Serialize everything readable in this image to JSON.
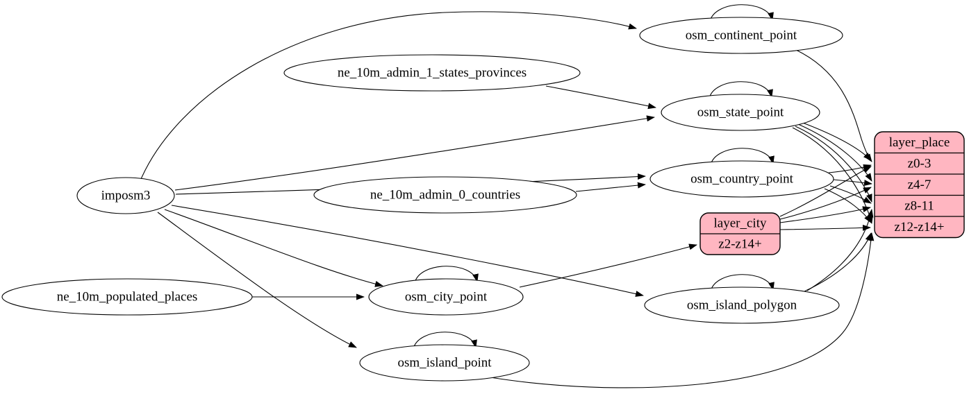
{
  "diagram": {
    "type": "graphviz-etl-flow",
    "colors": {
      "background": "#ffffff",
      "edge_stroke": "#000000",
      "ellipse_fill": "#ffffff",
      "record_fill": "#ffb6c1",
      "text": "#000000"
    },
    "nodes": [
      {
        "id": "imposm3",
        "label": "imposm3",
        "type": "ellipse"
      },
      {
        "id": "ne_10m_admin_1_states_provinces",
        "label": "ne_10m_admin_1_states_provinces",
        "type": "ellipse"
      },
      {
        "id": "ne_10m_admin_0_countries",
        "label": "ne_10m_admin_0_countries",
        "type": "ellipse"
      },
      {
        "id": "ne_10m_populated_places",
        "label": "ne_10m_populated_places",
        "type": "ellipse"
      },
      {
        "id": "osm_continent_point",
        "label": "osm_continent_point",
        "type": "ellipse"
      },
      {
        "id": "osm_state_point",
        "label": "osm_state_point",
        "type": "ellipse"
      },
      {
        "id": "osm_country_point",
        "label": "osm_country_point",
        "type": "ellipse"
      },
      {
        "id": "osm_city_point",
        "label": "osm_city_point",
        "type": "ellipse"
      },
      {
        "id": "osm_island_polygon",
        "label": "osm_island_polygon",
        "type": "ellipse"
      },
      {
        "id": "osm_island_point",
        "label": "osm_island_point",
        "type": "ellipse"
      },
      {
        "id": "layer_place",
        "label": "layer_place",
        "type": "record",
        "rows": [
          "z0-3",
          "z4-7",
          "z8-11",
          "z12-z14+"
        ]
      },
      {
        "id": "layer_city",
        "label": "layer_city",
        "type": "record",
        "rows": [
          "z2-z14+"
        ]
      }
    ],
    "edges": [
      {
        "from": "imposm3",
        "to": "osm_continent_point"
      },
      {
        "from": "imposm3",
        "to": "osm_state_point"
      },
      {
        "from": "imposm3",
        "to": "osm_country_point"
      },
      {
        "from": "imposm3",
        "to": "osm_city_point"
      },
      {
        "from": "imposm3",
        "to": "osm_island_polygon"
      },
      {
        "from": "imposm3",
        "to": "osm_island_point"
      },
      {
        "from": "ne_10m_admin_1_states_provinces",
        "to": "osm_state_point"
      },
      {
        "from": "ne_10m_admin_0_countries",
        "to": "osm_country_point"
      },
      {
        "from": "ne_10m_populated_places",
        "to": "osm_city_point"
      },
      {
        "from": "osm_continent_point",
        "to": "osm_continent_point"
      },
      {
        "from": "osm_state_point",
        "to": "osm_state_point"
      },
      {
        "from": "osm_country_point",
        "to": "osm_country_point"
      },
      {
        "from": "osm_city_point",
        "to": "osm_city_point"
      },
      {
        "from": "osm_island_polygon",
        "to": "osm_island_polygon"
      },
      {
        "from": "osm_island_point",
        "to": "osm_island_point"
      },
      {
        "from": "osm_continent_point",
        "to": "layer_place",
        "port": "z0-3"
      },
      {
        "from": "osm_state_point",
        "to": "layer_place",
        "port": "z0-3"
      },
      {
        "from": "osm_state_point",
        "to": "layer_place",
        "port": "z4-7"
      },
      {
        "from": "osm_state_point",
        "to": "layer_place",
        "port": "z8-11"
      },
      {
        "from": "osm_state_point",
        "to": "layer_place",
        "port": "z12-z14+"
      },
      {
        "from": "osm_country_point",
        "to": "layer_place",
        "port": "z0-3"
      },
      {
        "from": "osm_country_point",
        "to": "layer_place",
        "port": "z4-7"
      },
      {
        "from": "osm_country_point",
        "to": "layer_place",
        "port": "z8-11"
      },
      {
        "from": "osm_country_point",
        "to": "layer_place",
        "port": "z12-z14+"
      },
      {
        "from": "osm_city_point",
        "to": "layer_city",
        "port": "z2-z14+"
      },
      {
        "from": "layer_city",
        "to": "layer_place",
        "port": "z0-3"
      },
      {
        "from": "layer_city",
        "to": "layer_place",
        "port": "z4-7"
      },
      {
        "from": "layer_city",
        "to": "layer_place",
        "port": "z8-11"
      },
      {
        "from": "layer_city",
        "to": "layer_place",
        "port": "z12-z14+"
      },
      {
        "from": "osm_island_polygon",
        "to": "layer_place",
        "port": "z8-11"
      },
      {
        "from": "osm_island_polygon",
        "to": "layer_place",
        "port": "z12-z14+"
      },
      {
        "from": "osm_island_point",
        "to": "layer_place",
        "port": "z12-z14+"
      }
    ]
  }
}
